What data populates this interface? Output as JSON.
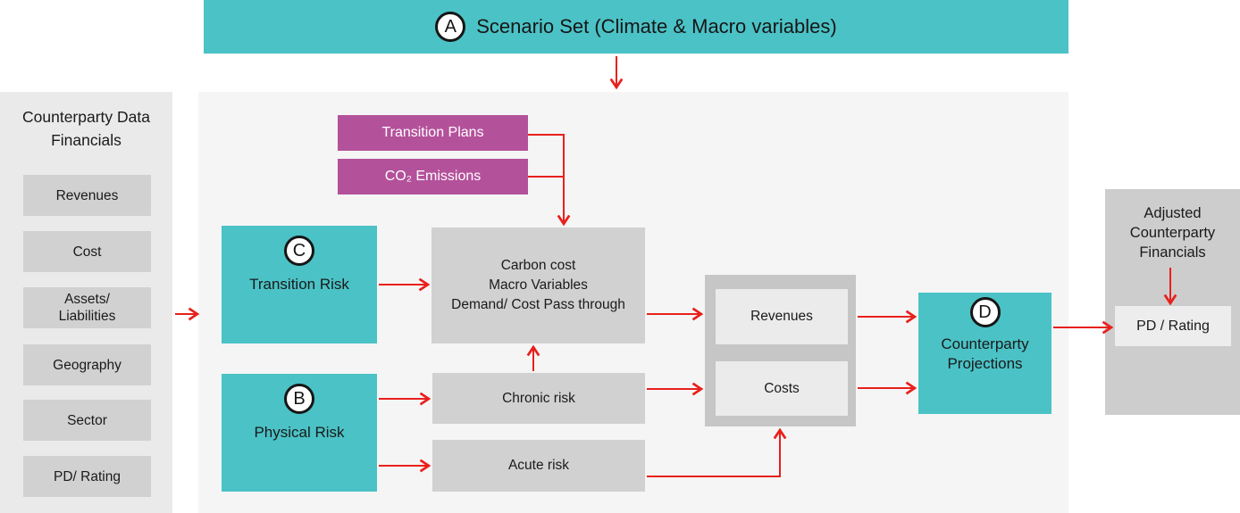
{
  "colors": {
    "teal": "#4BC2C6",
    "magenta": "#B4519B",
    "arrow_red": "#E8201C",
    "left_panel_bg": "#EAEAEA",
    "gray_box": "#D1D1D1",
    "io_container": "#C6C6C6",
    "io_inner": "#EBEBEB",
    "right_panel_bg": "#CDCDCD",
    "main_bg": "#F5F5F5",
    "text": "#1A1A1A"
  },
  "banner": {
    "letter": "A",
    "label": "Scenario Set (Climate & Macro variables)"
  },
  "left_panel": {
    "title": "Counterparty Data\nFinancials",
    "items": [
      "Revenues",
      "Cost",
      "Assets/\nLiabilities",
      "Geography",
      "Sector",
      "PD/ Rating"
    ]
  },
  "emission_inputs": {
    "transition_plans": "Transition Plans",
    "co2_emissions": "CO₂ Emissions"
  },
  "risk_nodes": {
    "transition": {
      "letter": "C",
      "label": "Transition Risk"
    },
    "physical": {
      "letter": "B",
      "label": "Physical Risk"
    }
  },
  "process_nodes": {
    "carbon_cost": "Carbon cost\nMacro Variables\nDemand/ Cost Pass through",
    "chronic_risk": "Chronic risk",
    "acute_risk": "Acute risk"
  },
  "projection_io": {
    "revenues": "Revenues",
    "costs": "Costs"
  },
  "output_node": {
    "letter": "D",
    "label": "Counterparty\nProjections"
  },
  "right_panel": {
    "title": "Adjusted\nCounterparty\nFinancials",
    "item": "PD / Rating"
  }
}
